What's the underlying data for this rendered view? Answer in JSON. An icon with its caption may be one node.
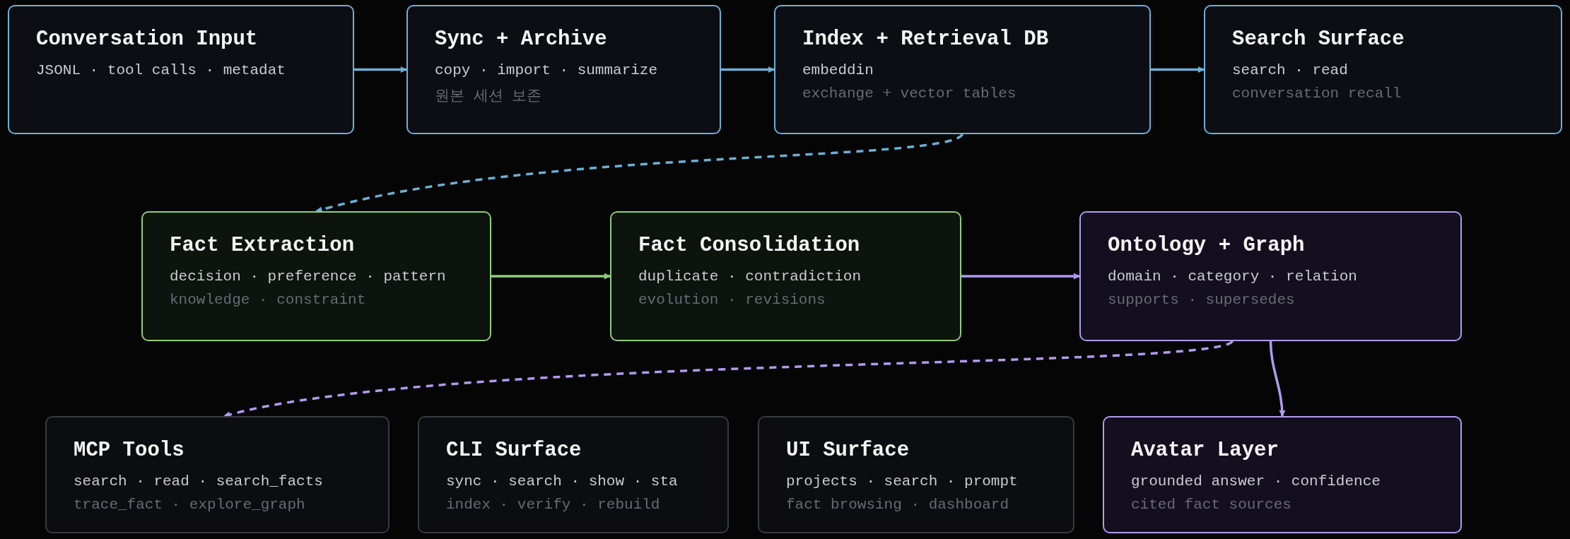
{
  "diagram": {
    "nodes": [
      {
        "text": [
          "Conversation Input",
          "JSONL · tool calls · metadat"
        ]
      },
      {
        "text": [
          "Sync + Archive",
          "copy · import · summarize",
          "원본 세션 보존"
        ]
      },
      {
        "text": [
          "Index + Retrieval DB",
          "embeddin",
          "exchange + vector tables"
        ]
      },
      {
        "text": [
          "Search Surface",
          "search · read",
          "conversation recall"
        ]
      },
      {
        "text": [
          "Fact Extraction",
          "decision · preference · pattern",
          "knowledge · constraint"
        ]
      },
      {
        "text": [
          "Fact Consolidation",
          "duplicate · contradiction",
          "evolution · revisions"
        ]
      },
      {
        "text": [
          "Ontology + Graph",
          "domain · category · relation",
          "supports · supersedes"
        ]
      },
      {
        "text": [
          "MCP Tools",
          "search · read · search_facts",
          "trace_fact · explore_graph"
        ]
      },
      {
        "text": [
          "CLI Surface",
          "sync · search · show · sta",
          "index · verify · rebuild"
        ]
      },
      {
        "text": [
          "UI Surface",
          "projects · search · prompt",
          "fact browsing · dashboard"
        ]
      },
      {
        "text": [
          "Avatar Layer",
          "grounded answer · confidence",
          "cited fact sources"
        ]
      }
    ],
    "edges": [
      {
        "from": 0,
        "to": 1,
        "arrow": "to",
        "color": "#6cb0d6"
      },
      {
        "from": 1,
        "to": 2,
        "arrow": "to",
        "color": "#6cb0d6"
      },
      {
        "from": 2,
        "to": 3,
        "arrow": "to",
        "color": "#6cb0d6"
      },
      {
        "from": 2,
        "to": 4,
        "arrow": "to",
        "style": "dashed",
        "color": "#6cb0d6"
      },
      {
        "from": 4,
        "to": 5,
        "arrow": "to",
        "color": "#8fce7c"
      },
      {
        "from": 5,
        "to": 6,
        "arrow": "to",
        "color": "#b39af0"
      },
      {
        "from": 6,
        "to": 7,
        "arrow": "to",
        "style": "dashed",
        "color": "#b39af0"
      },
      {
        "from": 6,
        "to": 10,
        "arrow": "to",
        "color": "#b39af0"
      }
    ]
  }
}
